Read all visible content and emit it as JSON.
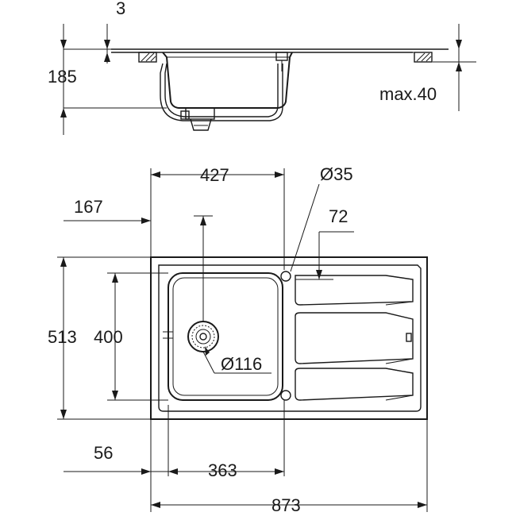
{
  "dimensions": {
    "thickness": "3",
    "depth": "185",
    "max_cabinet": "max.40",
    "bowl_to_drain_width": "427",
    "tap_hole_diameter": "Ø35",
    "left_offset": "167",
    "drain_offset": "72",
    "overall_depth": "513",
    "bowl_depth": "400",
    "waste_diameter": "Ø116",
    "bowl_edge_offset": "56",
    "bowl_width": "363",
    "overall_width": "873"
  }
}
